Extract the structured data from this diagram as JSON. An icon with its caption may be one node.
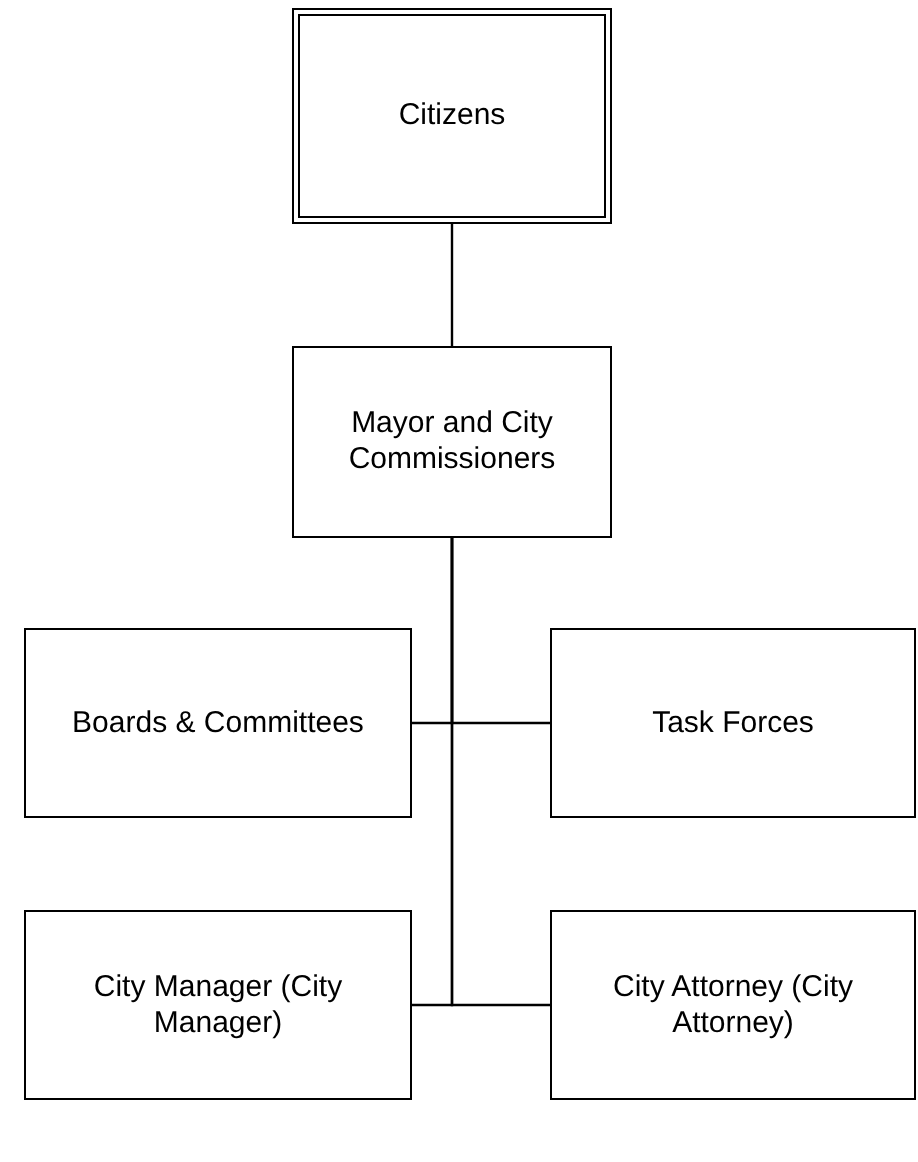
{
  "diagram": {
    "nodes": [
      {
        "text": [
          "Citizens"
        ]
      },
      {
        "text": [
          "Mayor and City Commissioners"
        ]
      },
      {
        "text": [
          "Boards & Committees"
        ]
      },
      {
        "text": [
          "Task Forces"
        ]
      },
      {
        "text": [
          "City Manager (City Manager)"
        ]
      },
      {
        "text": [
          "City Attorney (City Attorney)"
        ]
      }
    ],
    "edges": [
      {
        "from": 0,
        "to": 1,
        "arrow": "none"
      },
      {
        "from": 1,
        "to": 2,
        "arrow": "none"
      },
      {
        "from": 1,
        "to": 3,
        "arrow": "none"
      },
      {
        "from": 1,
        "to": 4,
        "arrow": "none"
      },
      {
        "from": 1,
        "to": 5,
        "arrow": "none"
      }
    ]
  }
}
